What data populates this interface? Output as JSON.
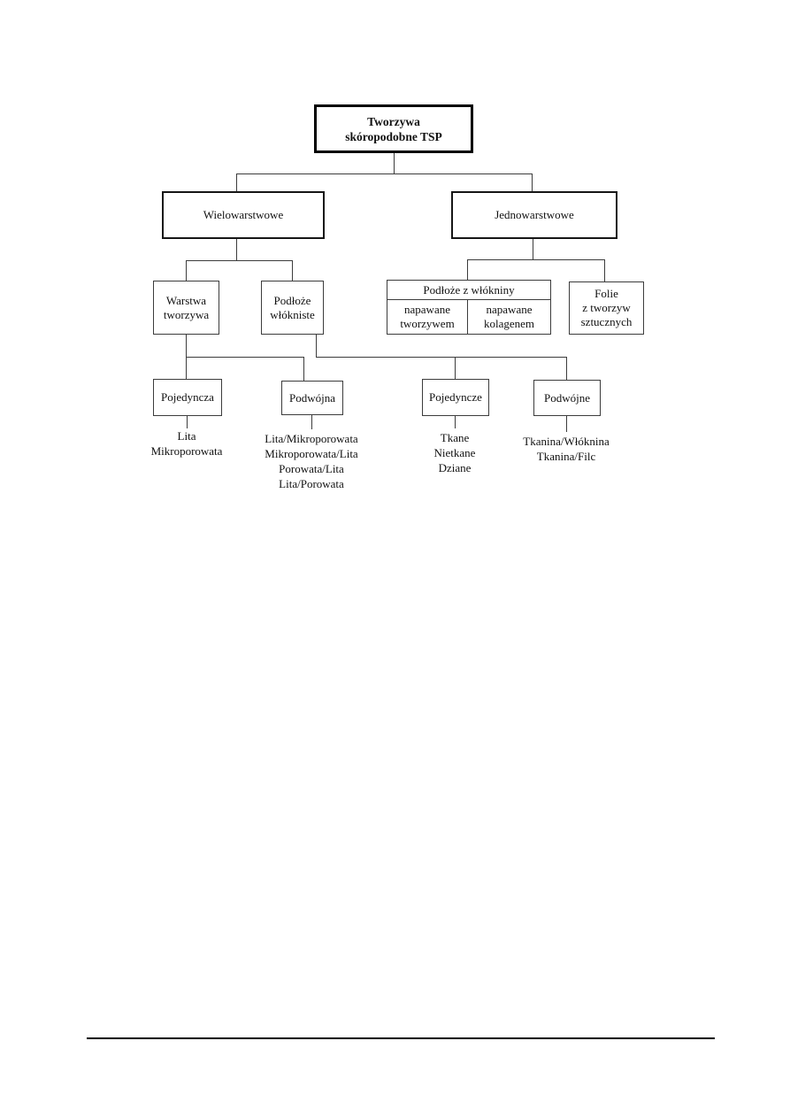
{
  "page": {
    "background": "#ffffff",
    "line_color": "#3c3c3c",
    "footer_rule_color": "#000000"
  },
  "diagram": {
    "nodes": {
      "root": {
        "lines": [
          "Tworzywa",
          "skóropodobne TSP"
        ]
      },
      "wielowarstwowe": {
        "label": "Wielowarstwowe"
      },
      "jednowarstwowe": {
        "label": "Jednowarstwowe"
      },
      "warstwa_tworzywa": {
        "lines": [
          "Warstwa",
          "tworzywa"
        ]
      },
      "podloze_wlokniste": {
        "lines": [
          "Podłoże",
          "włókniste"
        ]
      },
      "podloze_z_wlokniny": {
        "header": "Podłoże z włókniny",
        "cells": [
          "napawane tworzywem",
          "napawane kolagenem"
        ]
      },
      "folie": {
        "lines": [
          "Folie",
          "z tworzyw",
          "sztucznych"
        ]
      },
      "pojedyncza": {
        "label": "Pojedyncza"
      },
      "podwojna": {
        "label": "Podwójna"
      },
      "pojedyncze": {
        "label": "Pojedyncze"
      },
      "podwojne": {
        "label": "Podwójne"
      }
    },
    "leaves": {
      "pojedyncza": [
        "Lita",
        "Mikroporowata"
      ],
      "podwojna": [
        "Lita/Mikroporowata",
        "Mikroporowata/Lita",
        "Porowata/Lita",
        "Lita/Porowata"
      ],
      "pojedyncze": [
        "Tkane",
        "Nietkane",
        "Dziane"
      ],
      "podwojne": [
        "Tkanina/Włóknina",
        "Tkanina/Filc"
      ]
    }
  }
}
